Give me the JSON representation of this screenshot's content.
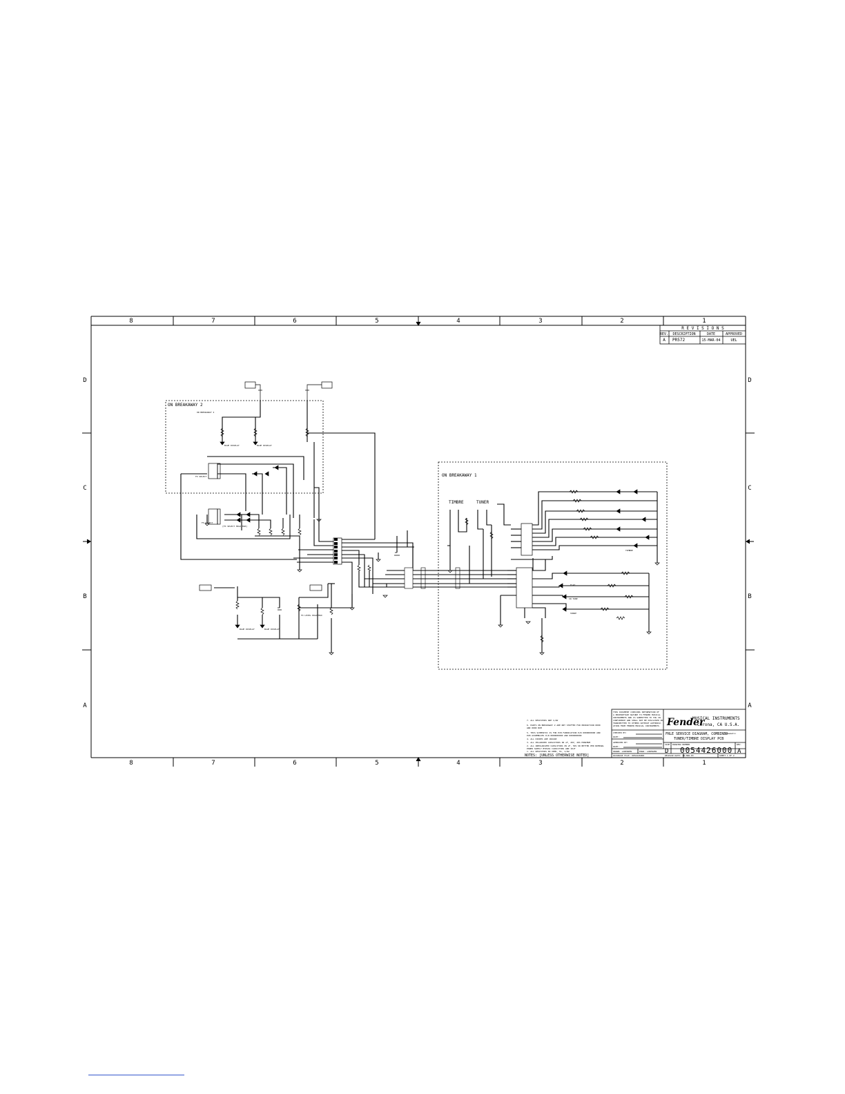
{
  "zones": {
    "columns": [
      "8",
      "7",
      "6",
      "5",
      "4",
      "3",
      "2",
      "1"
    ],
    "rows": [
      "D",
      "C",
      "B",
      "A"
    ]
  },
  "revisions": {
    "title": "R E V I S I O N S",
    "headers": [
      "REV.",
      "DESCRIPTION",
      "DATE",
      "APPROVED"
    ],
    "rows": [
      [
        "A",
        "PR572",
        "15-MAR-04",
        "UEL"
      ]
    ]
  },
  "breakaways": {
    "b2": "ON BREAKAWAY 2",
    "b2_inner": "ON BREAKAWAY 2",
    "b1": "ON BREAKAWAY 1"
  },
  "labels": {
    "blue_display_1": "BLUE DISPLAY",
    "blue_display_2": "BLUE DISPLAY",
    "fx_select": "FX SELECT",
    "fx_select_2": "FX SELECT",
    "fx_select_hold": "[FX SELECT HOLD/MUX]",
    "blue_display_3": "BLUE DISPLAY",
    "blue_display_4": "BLUE DISPLAY",
    "fx_level": "FX LEVEL HOLD/MUX",
    "timbre": "TIMBRE",
    "tuner": "TUNER",
    "timbre_led": "TIMBRE",
    "flat_led": "FLAT",
    "sharp_led": "SHARP",
    "in_tune": "IN TUNE"
  },
  "notes": {
    "heading": "NOTES:  [UNLESS OTHERWISE NOTED]",
    "items": [
      "7. ALL RESISTORS ARE 1/4W",
      "6. PARTS ON BREAKAWAY 2 ARE NOT STUFFED FOR PRODUCTION 0000",
      "   AND 0000 BOM",
      "5. THIS SCHEMATIC IS FOR PCB FABRICATION P/N 0000000000 AND",
      "   PCB ASSEMBLIES P/N 0000000000 AND 0000000000",
      "4. ALL DIODES ARE 1N4448",
      "3. ALL POLARIZED CAPACITORS IN uF, 20V, 20% MINIMUM",
      "2. ALL UNPOLARIZED CAPACITORS IN uF, 50V OR BETTER PER NOMINAL",
      "   POWER SUPPLY BYPASS CAPACITORS AND 10nF",
      "1. ALL RESISTORS IN OHMS, 5%, 1/4W"
    ]
  },
  "title_block": {
    "confidential": [
      "THIS DOCUMENT CONTAINS INFORMATION OF",
      "A PROPRIETARY NATURE TO FENDER MUSICAL",
      "INSTRUMENTS AND IS SUBMITTED TO YOU IN",
      "CONFIDENCE AND SHALL NOT BE DISCLOSED OR",
      "TRANSMITTED TO OTHERS WITHOUT AUTHORIZ-",
      "ATION FROM FENDER MUSICAL INSTRUMENTS"
    ],
    "logo": "Fender",
    "company": "MUSICAL INSTRUMENTS",
    "location": "Corona,  CA   U.S.A.",
    "checked_by": "CHECKED BY:",
    "date_1": "DATE:",
    "approved_by": "APPROVED BY:",
    "date_2": "DATE:",
    "drawn_by": "DRAWN: LORENZEN",
    "engr": "ENGR: LORENZEN",
    "title_line_1": "FRLE SERVICE DIAGRAM, COMBINED",
    "title_line_1_suffix": "schematic",
    "title_line_2": "TUNER/TIMBRE DISPLAY PCB",
    "size_label": "SIZE",
    "size": "D",
    "drawing_number_label": "DRAWING NUMBER",
    "drawing_number": "0054426000",
    "rev_label": "REV.",
    "rev": "A",
    "database": "DATABASE FILE: 0054426000",
    "release": "RELEASE DATE: 18-MAR-03",
    "sheet": "SHEET  1  OF  2"
  }
}
